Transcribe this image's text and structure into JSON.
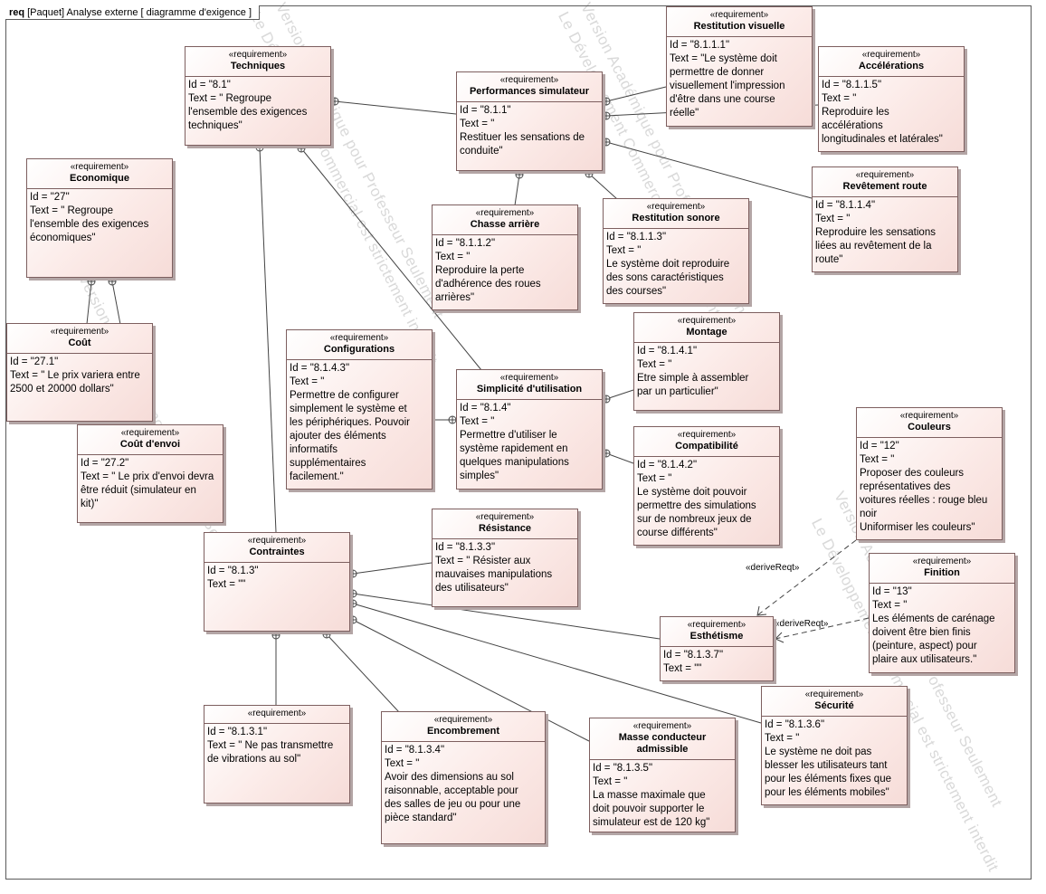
{
  "frame": {
    "keyword": "req",
    "label": "[Paquet]  Analyse externe [  diagramme d'exigence  ]"
  },
  "watermark": {
    "w1": "Version Académique pour Professeur Seulement",
    "w2": "Le Développement Commercial est strictement interdit"
  },
  "stereotype": "«requirement»",
  "requirements": {
    "techniques": {
      "name": "Techniques",
      "lines": [
        "Id = \"8.1\"",
        "Text = \" Regroupe",
        "l'ensemble des exigences",
        "techniques\""
      ]
    },
    "performances": {
      "name": "Performances simulateur",
      "lines": [
        "Id = \"8.1.1\"",
        "Text = \"",
        "Restituer les sensations de",
        "conduite\""
      ]
    },
    "restit_visuelle": {
      "name": "Restitution visuelle",
      "lines": [
        "Id = \"8.1.1.1\"",
        "Text = \"Le système doit",
        "permettre de donner",
        "visuellement l'impression",
        "d'être dans une course",
        "réelle\""
      ]
    },
    "accelerations": {
      "name": "Accélérations",
      "lines": [
        "Id = \"8.1.1.5\"",
        "Text = \"",
        "Reproduire les",
        "accélérations",
        "longitudinales et latérales\""
      ]
    },
    "revetement": {
      "name": "Revêtement route",
      "lines": [
        "Id = \"8.1.1.4\"",
        "Text = \"",
        "Reproduire les sensations",
        "liées au revêtement de la",
        "route\""
      ]
    },
    "economique": {
      "name": "Economique",
      "lines": [
        "Id = \"27\"",
        "Text = \" Regroupe",
        "l'ensemble des exigences",
        "économiques\""
      ]
    },
    "chasse": {
      "name": "Chasse arrière",
      "lines": [
        "Id = \"8.1.1.2\"",
        "Text = \"",
        "Reproduire la perte",
        "d'adhérence des roues",
        "arrières\""
      ]
    },
    "restit_sonore": {
      "name": "Restitution sonore",
      "lines": [
        "Id = \"8.1.1.3\"",
        "Text = \"",
        "Le système doit reproduire",
        "des sons caractéristiques",
        "des courses\""
      ]
    },
    "cout": {
      "name": "Coût",
      "lines": [
        "Id = \"27.1\"",
        "Text = \" Le prix variera entre",
        "2500 et 20000 dollars\""
      ]
    },
    "configurations": {
      "name": "Configurations",
      "lines": [
        "Id = \"8.1.4.3\"",
        "Text = \"",
        "Permettre de configurer",
        "simplement le système et",
        "les périphériques. Pouvoir",
        "ajouter des éléments",
        "informatifs",
        "supplémentaires",
        "facilement.\""
      ]
    },
    "simplicite": {
      "name": "Simplicité d'utilisation",
      "lines": [
        "Id = \"8.1.4\"",
        "Text = \"",
        "Permettre d'utiliser le",
        "système rapidement en",
        "quelques manipulations",
        "simples\""
      ]
    },
    "montage": {
      "name": "Montage",
      "lines": [
        "Id = \"8.1.4.1\"",
        "Text = \"",
        "Etre simple à assembler",
        "par un particulier\""
      ]
    },
    "couleurs": {
      "name": "Couleurs",
      "lines": [
        "Id = \"12\"",
        "Text = \"",
        "Proposer des couleurs",
        "représentatives des",
        "voitures réelles : rouge bleu",
        "noir",
        "Uniformiser les couleurs\""
      ]
    },
    "cout_envoi": {
      "name": "Coût d'envoi",
      "lines": [
        "Id = \"27.2\"",
        "Text = \" Le prix d'envoi devra",
        "être réduit (simulateur en",
        "kit)\""
      ]
    },
    "compatibilite": {
      "name": "Compatibilité",
      "lines": [
        "Id = \"8.1.4.2\"",
        "Text = \"",
        "Le système doit pouvoir",
        "permettre des simulations",
        "sur de nombreux jeux de",
        "course différents\""
      ]
    },
    "resistance": {
      "name": "Résistance",
      "lines": [
        "Id = \"8.1.3.3\"",
        "Text = \" Résister aux",
        "mauvaises manipulations",
        "des utilisateurs\""
      ]
    },
    "contraintes": {
      "name": "Contraintes",
      "lines": [
        "Id = \"8.1.3\"",
        "Text = \"\""
      ]
    },
    "finition": {
      "name": "Finition",
      "lines": [
        "Id = \"13\"",
        "Text = \"",
        "Les éléments de carénage",
        "doivent être bien finis",
        "(peinture, aspect) pour",
        "plaire aux utilisateurs.\""
      ]
    },
    "esthetisme": {
      "name": "Esthétisme",
      "lines": [
        "Id = \"8.1.3.7\"",
        "Text = \"\""
      ]
    },
    "vibrations": {
      "name": "",
      "lines": [
        "Id = \"8.1.3.1\"",
        "Text = \" Ne pas transmettre",
        "de vibrations au sol\""
      ]
    },
    "encombrement": {
      "name": "Encombrement",
      "lines": [
        "Id = \"8.1.3.4\"",
        "Text = \"",
        "Avoir des dimensions au sol",
        "raisonnable, acceptable pour",
        "des salles de jeu ou pour une",
        "pièce standard\""
      ]
    },
    "masse": {
      "name": "Masse conducteur admissible",
      "lines": [
        "Id = \"8.1.3.5\"",
        "Text = \"",
        "La masse maximale que",
        "doit pouvoir supporter le",
        "simulateur est de 120 kg\""
      ]
    },
    "securite": {
      "name": "Sécurité",
      "lines": [
        "Id = \"8.1.3.6\"",
        "Text = \"",
        "Le système ne doit pas",
        "blesser les utilisateurs tant",
        "pour les éléments fixes que",
        "pour les éléments mobiles\""
      ]
    }
  },
  "relations": {
    "derive_label": "«deriveReqt»"
  }
}
